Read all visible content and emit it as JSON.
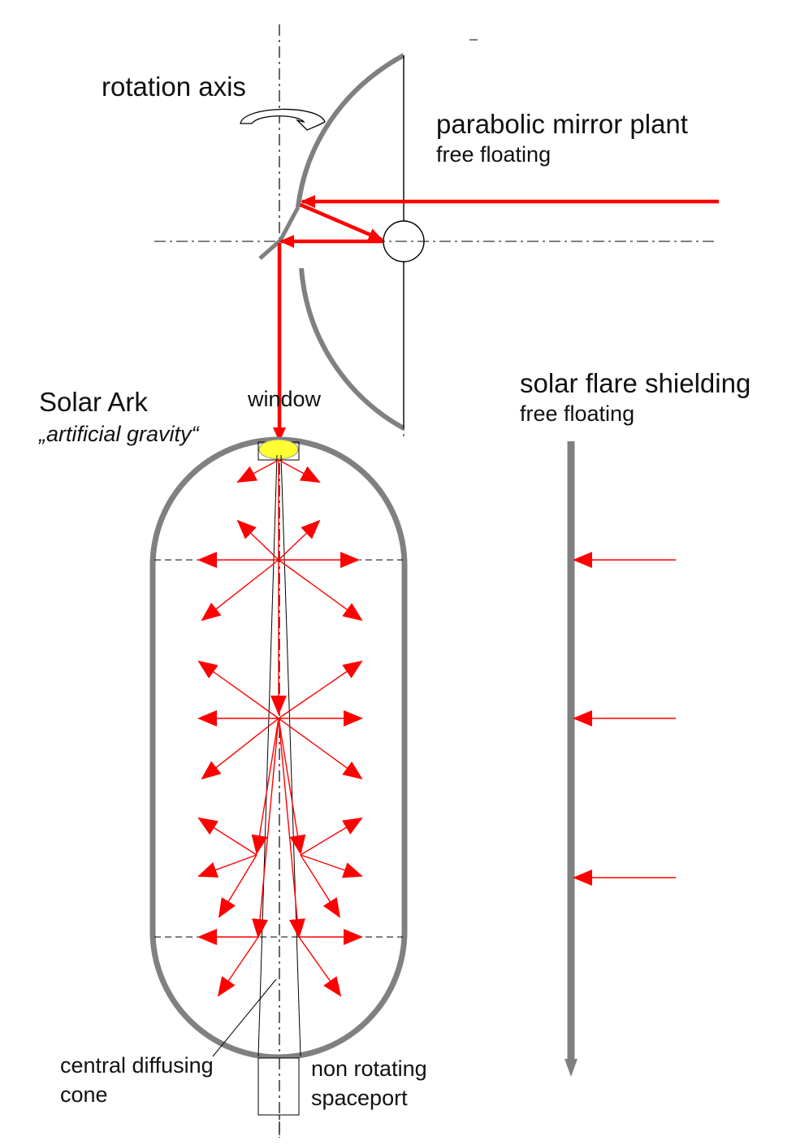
{
  "labels": {
    "rotation_axis": "rotation axis",
    "mirror_title": "parabolic mirror plant",
    "mirror_sub": "free floating",
    "ark_title": "Solar Ark",
    "ark_sub": "„artificial gravity“",
    "window": "window",
    "shield_title": "solar flare shielding",
    "shield_sub": "free floating",
    "cone_line1": "central diffusing",
    "cone_line2": "cone",
    "port_line1": "non rotating",
    "port_line2": "spaceport"
  },
  "colors": {
    "beam": "#ff0000",
    "structure": "#808080",
    "window": "#ffff33",
    "line": "#000000"
  }
}
